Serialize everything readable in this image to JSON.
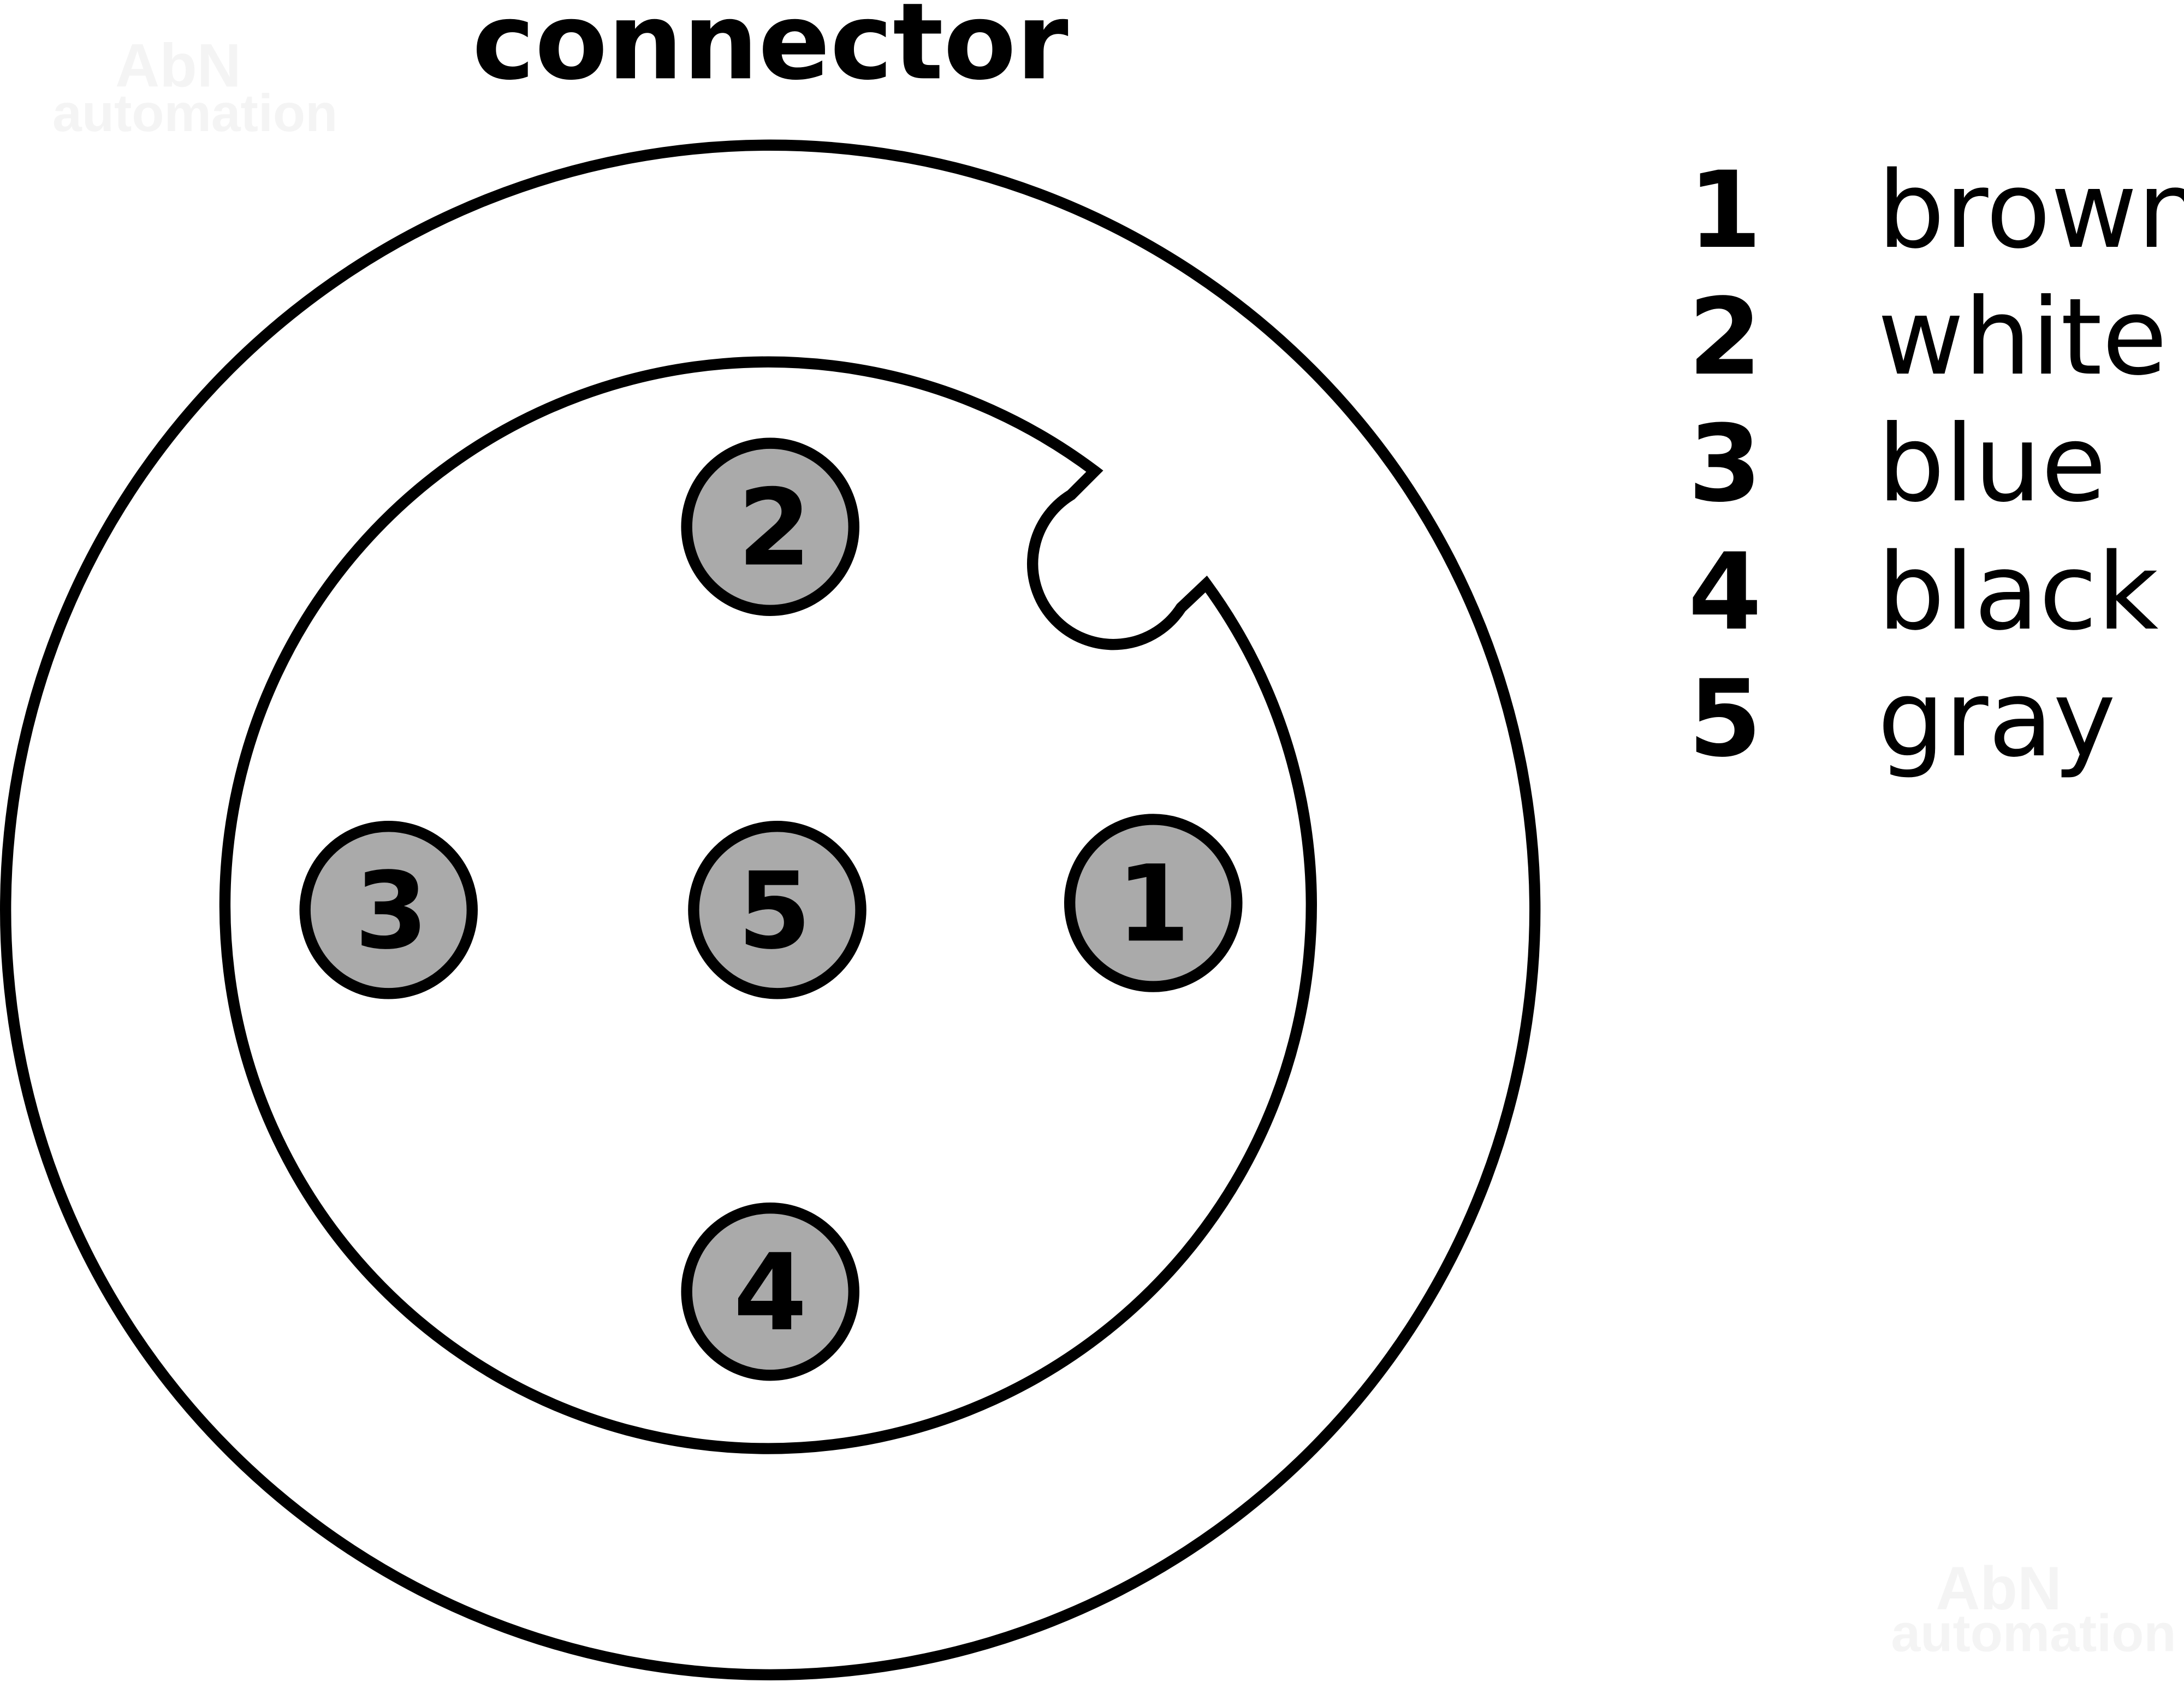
{
  "title": "connector",
  "watermark": {
    "line1": "AbN",
    "line2": "automation"
  },
  "pins": [
    {
      "number": "1",
      "color_name": "brown"
    },
    {
      "number": "2",
      "color_name": "white"
    },
    {
      "number": "3",
      "color_name": "blue"
    },
    {
      "number": "4",
      "color_name": "black"
    },
    {
      "number": "5",
      "color_name": "gray"
    }
  ],
  "colors": {
    "pin_fill": "#aaaaaa",
    "stroke": "#000000",
    "background": "#ffffff"
  }
}
